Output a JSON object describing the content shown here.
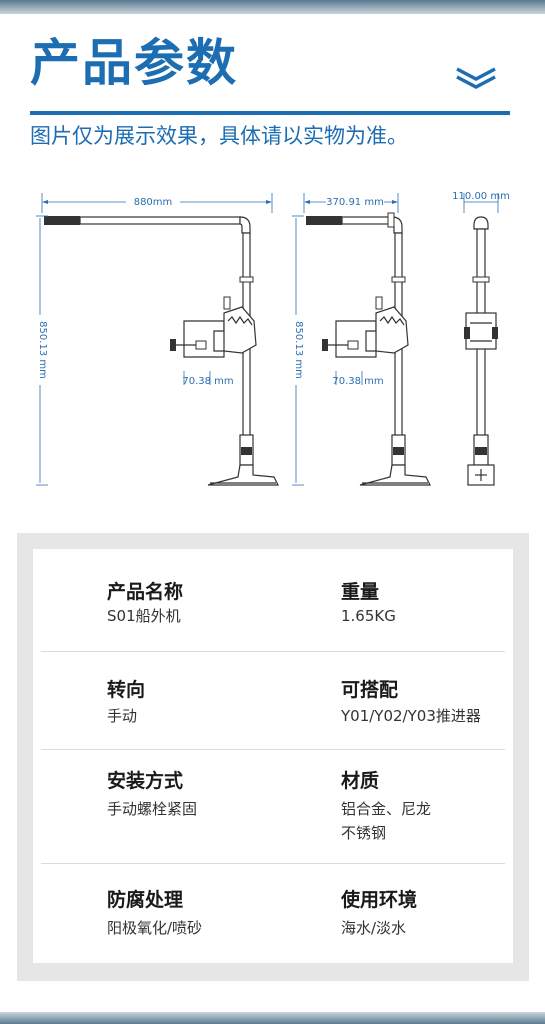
{
  "header": {
    "title": "产品参数",
    "subtitle": "图片仅为展示效果，具体请以实物为准。"
  },
  "drawing": {
    "front_width": "880mm",
    "side_width": "370.91 mm",
    "end_width": "110.00 mm",
    "height_left": "850.13 mm",
    "height_mid": "850.13 mm",
    "clamp_left": "70.38 mm",
    "clamp_mid": "70.38 mm"
  },
  "specs": [
    {
      "left_label": "产品名称",
      "left_value": "S01船外机",
      "right_label": "重量",
      "right_value": "1.65KG"
    },
    {
      "left_label": "转向",
      "left_value": "手动",
      "right_label": "可搭配",
      "right_value": "Y01/Y02/Y03推进器"
    },
    {
      "left_label": "安装方式",
      "left_value": "手动螺栓紧固",
      "right_label": "材质",
      "right_value": "铝合金、尼龙",
      "right_value2": "不锈钢"
    },
    {
      "left_label": "防腐处理",
      "left_value": "阳极氧化/喷砂",
      "right_label": "使用环境",
      "right_value": "海水/淡水"
    }
  ],
  "colors": {
    "accent": "#1d6db3",
    "panel": "#e6e6e6"
  }
}
